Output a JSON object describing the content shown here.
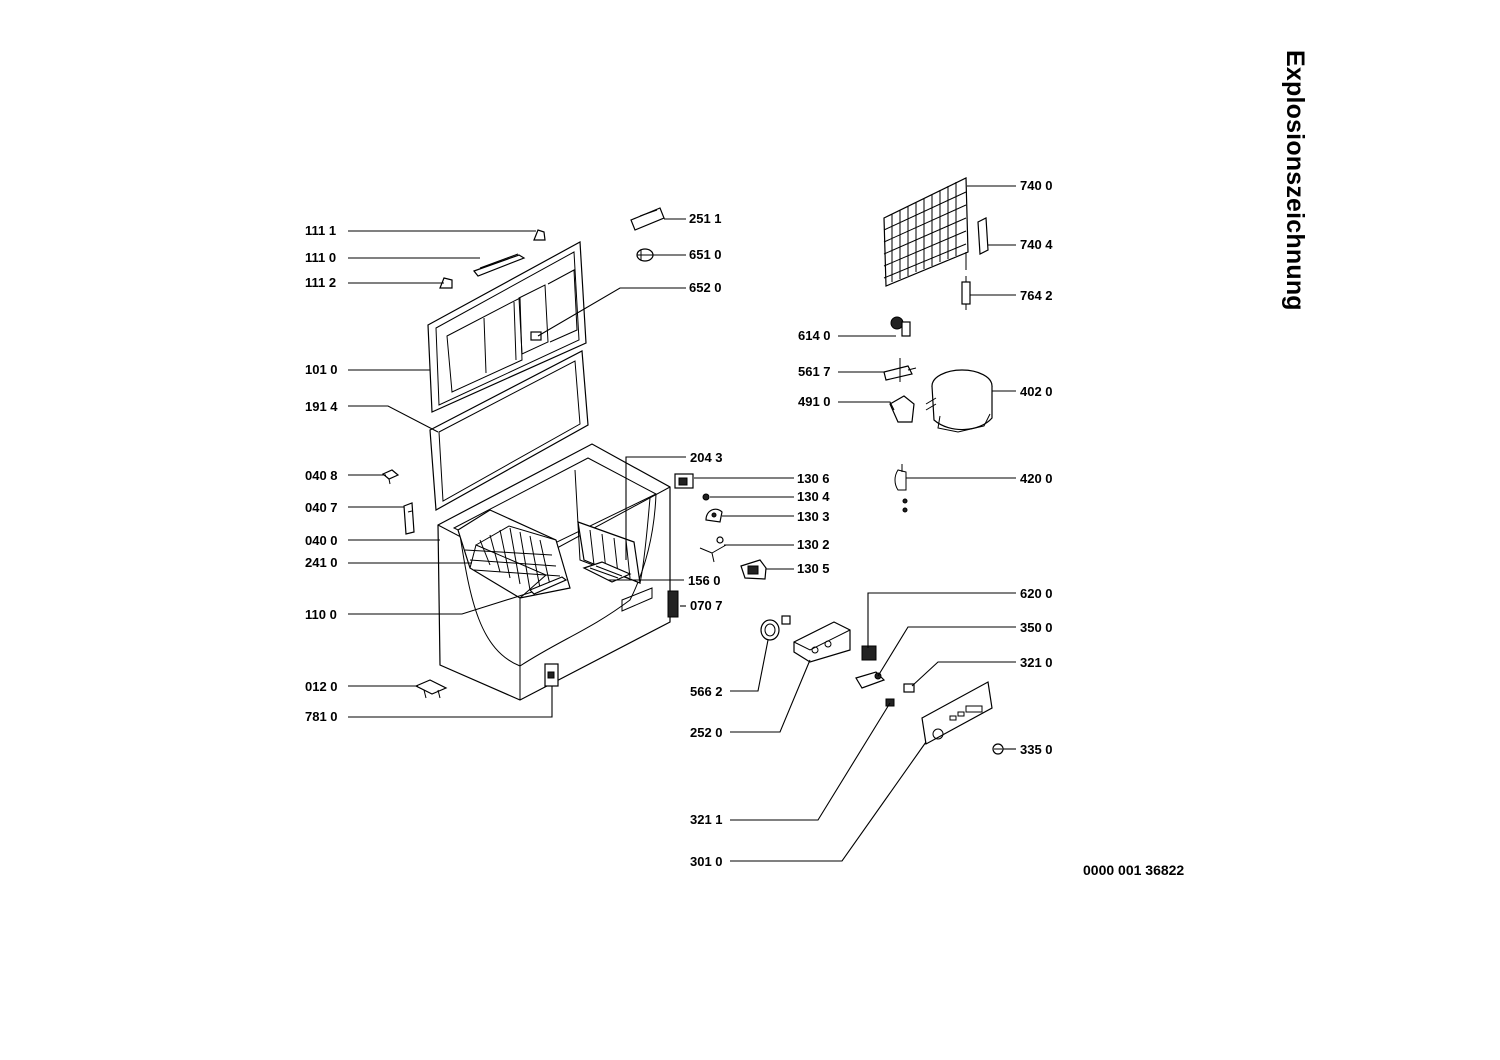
{
  "title": "Explosionszeichnung",
  "document_number": "0000 001 36822",
  "parts": [
    {
      "id": "p1111",
      "label": "111 1"
    },
    {
      "id": "p1110",
      "label": "111 0"
    },
    {
      "id": "p1112",
      "label": "111 2"
    },
    {
      "id": "p1010",
      "label": "101 0"
    },
    {
      "id": "p1914",
      "label": "191 4"
    },
    {
      "id": "p0408",
      "label": "040 8"
    },
    {
      "id": "p0407",
      "label": "040 7"
    },
    {
      "id": "p0400",
      "label": "040 0"
    },
    {
      "id": "p2410",
      "label": "241 0"
    },
    {
      "id": "p1100",
      "label": "110 0"
    },
    {
      "id": "p0120",
      "label": "012 0"
    },
    {
      "id": "p7810",
      "label": "781 0"
    },
    {
      "id": "p2511",
      "label": "251 1"
    },
    {
      "id": "p6510",
      "label": "651 0"
    },
    {
      "id": "p6520",
      "label": "652 0"
    },
    {
      "id": "p2043",
      "label": "204 3"
    },
    {
      "id": "p1306",
      "label": "130 6"
    },
    {
      "id": "p1304",
      "label": "130 4"
    },
    {
      "id": "p1303",
      "label": "130 3"
    },
    {
      "id": "p1302",
      "label": "130 2"
    },
    {
      "id": "p1305",
      "label": "130 5"
    },
    {
      "id": "p1560",
      "label": "156 0"
    },
    {
      "id": "p0707",
      "label": "070 7"
    },
    {
      "id": "p5662",
      "label": "566 2"
    },
    {
      "id": "p2520",
      "label": "252 0"
    },
    {
      "id": "p3211",
      "label": "321 1"
    },
    {
      "id": "p3010",
      "label": "301 0"
    },
    {
      "id": "p7400",
      "label": "740 0"
    },
    {
      "id": "p7404",
      "label": "740 4"
    },
    {
      "id": "p7642",
      "label": "764 2"
    },
    {
      "id": "p6140",
      "label": "614 0"
    },
    {
      "id": "p5617",
      "label": "561 7"
    },
    {
      "id": "p4910",
      "label": "491 0"
    },
    {
      "id": "p4020",
      "label": "402 0"
    },
    {
      "id": "p4200",
      "label": "420 0"
    },
    {
      "id": "p6200",
      "label": "620 0"
    },
    {
      "id": "p3500",
      "label": "350 0"
    },
    {
      "id": "p3210",
      "label": "321 0"
    },
    {
      "id": "p3350",
      "label": "335 0"
    }
  ]
}
